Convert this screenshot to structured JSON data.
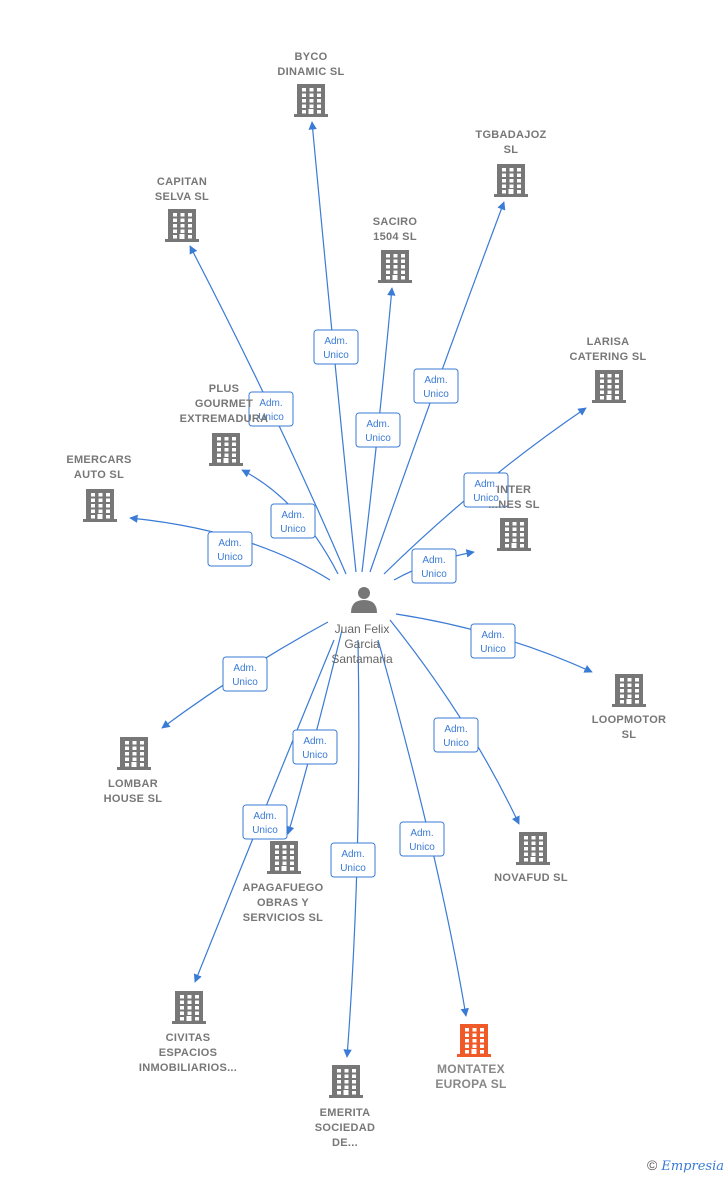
{
  "center": {
    "name_lines": [
      "Juan Felix",
      "Garcia",
      "Santamaria"
    ],
    "icon": "person-icon"
  },
  "edge_label": [
    "Adm.",
    "Unico"
  ],
  "colors": {
    "edge": "#3a7bd5",
    "building": "#777777",
    "highlight": "#f05a28",
    "label": "#777777"
  },
  "companies": [
    {
      "id": "byco",
      "lines": [
        "BYCO",
        "DINAMIC  SL"
      ],
      "icon": "building-icon"
    },
    {
      "id": "tgbadajoz",
      "lines": [
        "TGBADAJOZ",
        "SL"
      ],
      "icon": "building-icon"
    },
    {
      "id": "capitan",
      "lines": [
        "CAPITAN",
        "SELVA  SL"
      ],
      "icon": "building-icon"
    },
    {
      "id": "saciro",
      "lines": [
        "SACIRO",
        "1504  SL"
      ],
      "icon": "building-icon"
    },
    {
      "id": "larisa",
      "lines": [
        "LARISA",
        "CATERING  SL"
      ],
      "icon": "building-icon"
    },
    {
      "id": "plus",
      "lines": [
        "PLUS",
        "GOURMET",
        "EXTREMADURA"
      ],
      "icon": "building-icon"
    },
    {
      "id": "emercars",
      "lines": [
        "EMERCARS",
        "AUTO  SL"
      ],
      "icon": "building-icon"
    },
    {
      "id": "inter",
      "lines": [
        "INTER",
        "...NES  SL"
      ],
      "icon": "building-icon"
    },
    {
      "id": "loopmotor",
      "lines": [
        "LOOPMOTOR",
        "SL"
      ],
      "icon": "building-icon"
    },
    {
      "id": "lombar",
      "lines": [
        "LOMBAR",
        "HOUSE  SL"
      ],
      "icon": "building-icon"
    },
    {
      "id": "apagafuego",
      "lines": [
        "APAGAFUEGO",
        "OBRAS Y",
        "SERVICIOS  SL"
      ],
      "icon": "building-icon"
    },
    {
      "id": "novafud",
      "lines": [
        "NOVAFUD  SL"
      ],
      "icon": "building-icon"
    },
    {
      "id": "civitas",
      "lines": [
        "CIVITAS",
        "ESPACIOS",
        "INMOBILIARIOS..."
      ],
      "icon": "building-icon"
    },
    {
      "id": "montatex",
      "lines": [
        "MONTATEX",
        "EUROPA  SL"
      ],
      "icon": "building-icon",
      "highlight": true
    },
    {
      "id": "emerita",
      "lines": [
        "EMERITA",
        "SOCIEDAD",
        "DE..."
      ],
      "icon": "building-icon"
    }
  ],
  "footer": {
    "copyright": "©",
    "brand": "Empresia"
  }
}
